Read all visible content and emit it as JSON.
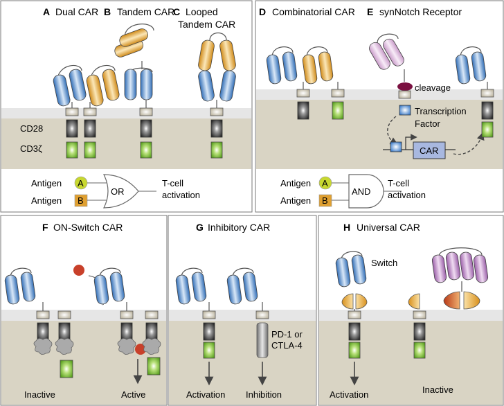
{
  "panels": {
    "A": {
      "letter": "A",
      "title": "Dual CAR"
    },
    "B": {
      "letter": "B",
      "title": "Tandem CAR"
    },
    "C": {
      "letter": "C",
      "title_line1": "Looped",
      "title_line2": "Tandem CAR"
    },
    "D": {
      "letter": "D",
      "title": "Combinatorial CAR"
    },
    "E": {
      "letter": "E",
      "title": "synNotch Receptor",
      "cleavage": "cleavage",
      "tf_line1": "Transcription",
      "tf_line2": "Factor",
      "car_box": "CAR"
    },
    "F": {
      "letter": "F",
      "title": "ON-Switch CAR",
      "inactive": "Inactive",
      "active": "Active"
    },
    "G": {
      "letter": "G",
      "title": "Inhibitory CAR",
      "activation": "Activation",
      "inhibition": "Inhibition",
      "pd1_line1": "PD-1 or",
      "pd1_line2": "CTLA-4"
    },
    "H": {
      "letter": "H",
      "title": "Universal CAR",
      "switch": "Switch",
      "activation": "Activation",
      "inactive": "Inactive"
    }
  },
  "domains": {
    "cd28": "CD28",
    "cd3z": "CD3ζ"
  },
  "logic_or": {
    "antigen1": "Antigen",
    "antigen2": "Antigen",
    "a": "A",
    "b": "B",
    "gate": "OR",
    "out1": "T-cell",
    "out2": "activation"
  },
  "logic_and": {
    "antigen1": "Antigen",
    "antigen2": "Antigen",
    "a": "A",
    "b": "B",
    "gate": "AND",
    "out1": "T-cell",
    "out2": "activation"
  },
  "colors": {
    "blue": "#4a86c8",
    "orange": "#e0a030",
    "purple": "#b07ab8",
    "green": "#7cc242",
    "gray": "#555555",
    "membrane": "#e6e6e6",
    "cytoplasm": "#d9d4c4",
    "red": "#c8402a",
    "maroon": "#7a1040",
    "antigen_a": "#c8d830",
    "antigen_b": "#e0a030"
  }
}
